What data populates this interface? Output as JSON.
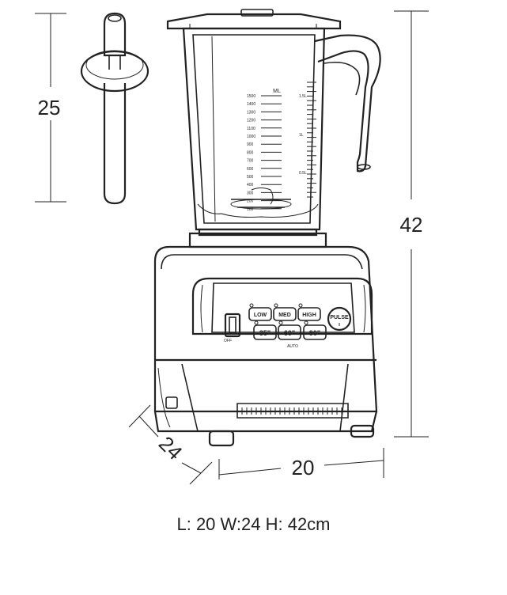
{
  "dimensions": {
    "tamper_height": "25",
    "total_height": "42",
    "width": "20",
    "depth": "24"
  },
  "caption": "L: 20  W:24 H: 42cm",
  "jar": {
    "unit_label": "ML",
    "ml_marks": [
      "1500",
      "1400",
      "1300",
      "1200",
      "1100",
      "1000",
      "900",
      "800",
      "700",
      "600",
      "500",
      "400",
      "300",
      "200",
      "100"
    ],
    "right_scale_labels": [
      "1.5L",
      "1L",
      "0.5L"
    ]
  },
  "control_panel": {
    "buttons": [
      "LOW",
      "MED",
      "HIGH"
    ],
    "timer_buttons": [
      "35\"",
      "60\"",
      "90\""
    ],
    "pulse_label": "PULSE",
    "pulse_sub": "II",
    "auto_label": "AUTO",
    "switch_label": "OFF"
  }
}
